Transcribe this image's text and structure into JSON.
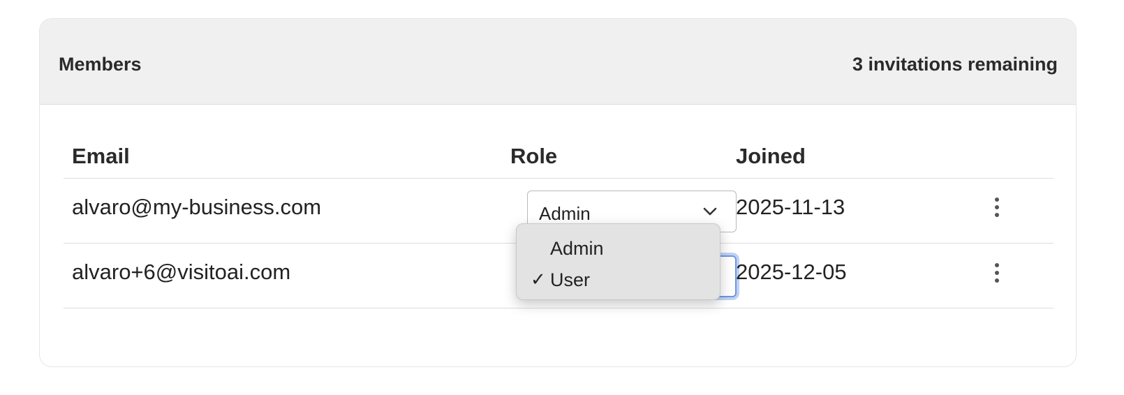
{
  "members": {
    "title": "Members",
    "invitations": "3 invitations remaining",
    "columns": {
      "email": "Email",
      "role": "Role",
      "joined": "Joined"
    },
    "rows": [
      {
        "email": "alvaro@my-business.com",
        "role": "Admin",
        "joined": "2025-11-13"
      },
      {
        "email": "alvaro+6@visitoai.com",
        "role": "User",
        "joined": "2025-12-05"
      }
    ]
  },
  "role_dropdown": {
    "options": [
      "Admin",
      "User"
    ],
    "selected": "User",
    "check_glyph": "✓"
  },
  "colors": {
    "header_bg": "#f0f0f1",
    "focus_ring": "#6f97e0",
    "dropdown_bg": "#e3e3e3"
  },
  "icons": {
    "chevron": "chevron-down-icon",
    "row_menu": "more-vertical-icon",
    "check": "check-icon"
  }
}
